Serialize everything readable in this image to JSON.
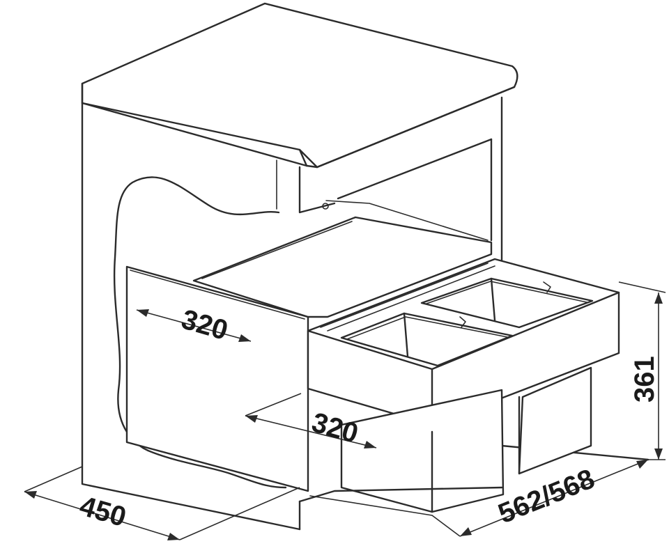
{
  "dimensions": {
    "drawer_depth_upper": "320",
    "drawer_depth_lower": "320",
    "cabinet_depth": "450",
    "height": "361",
    "width": "562/568"
  },
  "colors": {
    "line": "#2b2b2b",
    "background": "#ffffff"
  }
}
